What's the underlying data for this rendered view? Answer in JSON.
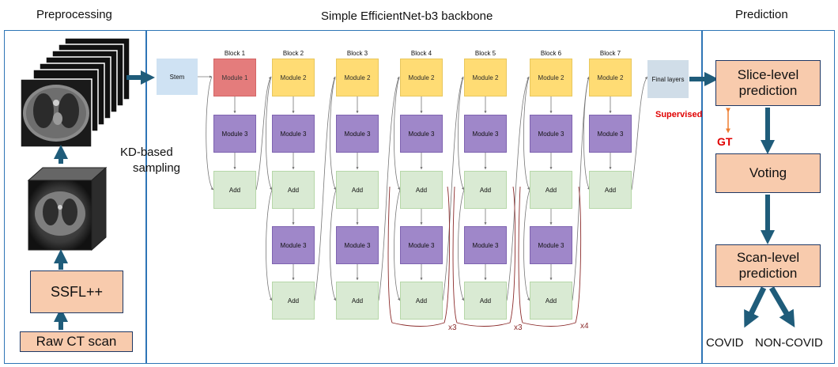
{
  "titles": {
    "preprocessing": "Preprocessing",
    "backbone": "Simple EfficientNet-b3 backbone",
    "prediction": "Prediction"
  },
  "preprocessing": {
    "raw_ct": "Raw CT scan",
    "ssfl": "SSFL++",
    "kd_sampling_line1": "KD-based",
    "kd_sampling_line2": "sampling"
  },
  "backbone": {
    "stem": "Stem",
    "final_layers": "Final layers",
    "blocks": [
      {
        "title": "Block 1",
        "modules": [
          "Module 1",
          "Module 3",
          "Add"
        ]
      },
      {
        "title": "Block 2",
        "modules": [
          "Module 2",
          "Module 3",
          "Add",
          "Module 3",
          "Add"
        ]
      },
      {
        "title": "Block 3",
        "modules": [
          "Module 2",
          "Module 3",
          "Add",
          "Module 3",
          "Add"
        ]
      },
      {
        "title": "Block 4",
        "modules": [
          "Module 2",
          "Module 3",
          "Add",
          "Module 3",
          "Add"
        ]
      },
      {
        "title": "Block 5",
        "modules": [
          "Module 2",
          "Module 3",
          "Add",
          "Module 3",
          "Add"
        ]
      },
      {
        "title": "Block 6",
        "modules": [
          "Module 2",
          "Module 3",
          "Add",
          "Module 3",
          "Add"
        ]
      },
      {
        "title": "Block 7",
        "modules": [
          "Module 2",
          "Module 3",
          "Add"
        ]
      }
    ],
    "repeat_labels": [
      "x3",
      "x3",
      "x4"
    ]
  },
  "prediction": {
    "slice_level_line1": "Slice-level",
    "slice_level_line2": "prediction",
    "supervised": "Supervised",
    "gt": "GT",
    "voting": "Voting",
    "scan_level_line1": "Scan-level",
    "scan_level_line2": "prediction",
    "covid": "COVID",
    "non_covid": "NON-COVID"
  },
  "colors": {
    "panel_border": "#2e75b6",
    "arrow": "#1f5c7a",
    "box_fill": "#f8cbad",
    "supervised_text": "#e00000",
    "gt_arrow": "#ed7d31"
  }
}
